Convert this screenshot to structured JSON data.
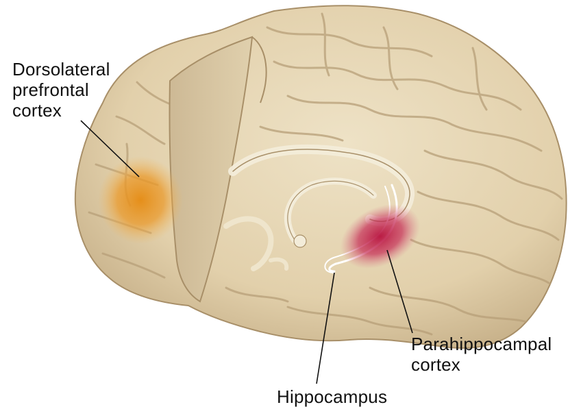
{
  "labels": {
    "dlpfc": [
      "Dorsolateral",
      "prefrontal",
      "cortex"
    ],
    "parahippocampal": [
      "Parahippocampal",
      "cortex"
    ],
    "hippocampus": "Hippocampus"
  },
  "colors": {
    "background": "#ffffff",
    "brain_base": "#e6d6b4",
    "brain_shadow": "#b9a27c",
    "cut_face": "#d8c7a2",
    "dlpfc_highlight": "#e8921e",
    "parahippocampal_highlight": "#c21d4d",
    "leader_lines": "#111111"
  }
}
